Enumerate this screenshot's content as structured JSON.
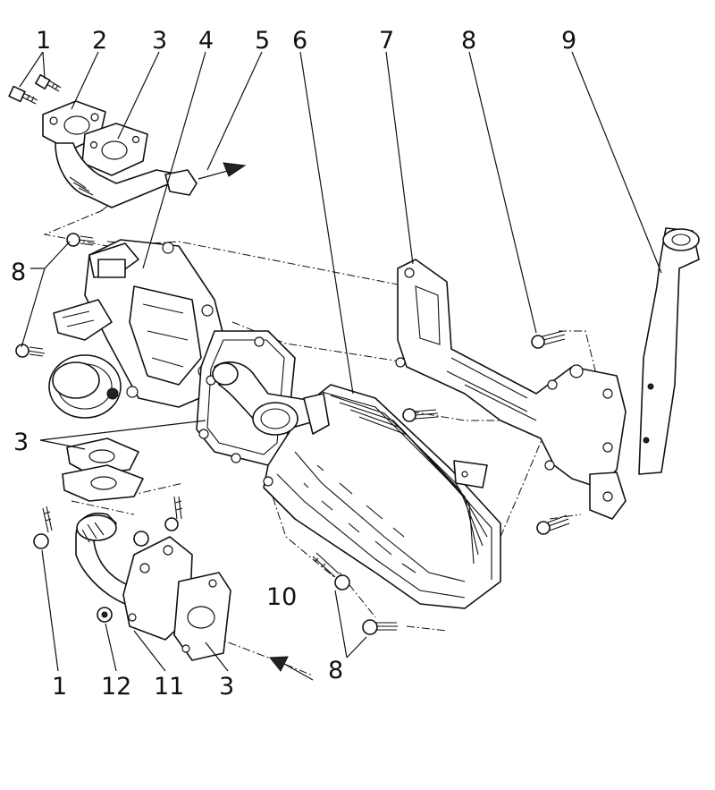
{
  "callouts": {
    "c1_top": "1",
    "c2": "2",
    "c3_top": "3",
    "c4": "4",
    "c5": "5",
    "c6": "6",
    "c7": "7",
    "c8_top": "8",
    "c9": "9",
    "c8_left": "8",
    "c3_left": "3",
    "c10": "10",
    "c8_bottom": "8",
    "c1_bottom": "1",
    "c12": "12",
    "c11": "11",
    "c3_bottom": "3"
  }
}
